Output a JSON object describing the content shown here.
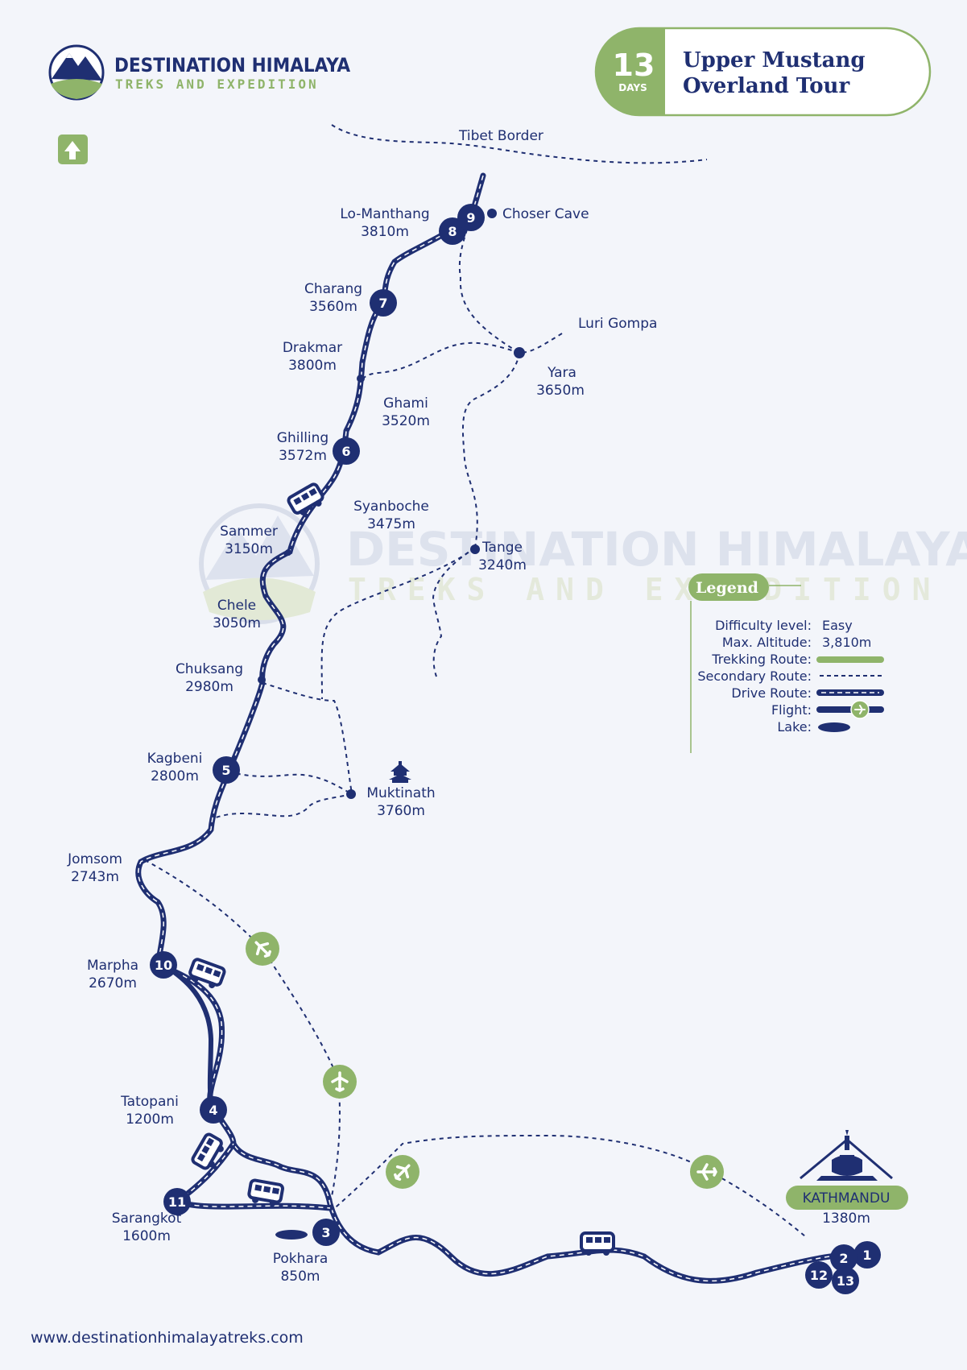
{
  "brand": {
    "name": "DESTINATION HIMALAYA",
    "tagline": "TREKS AND EXPEDITION",
    "website": "www.destinationhimalayatreks.com"
  },
  "tour": {
    "days_number": "13",
    "days_label": "DAYS",
    "title_line1": "Upper Mustang",
    "title_line2": "Overland Tour"
  },
  "border_label": "Tibet Border",
  "places": [
    {
      "id": "lo-manthang",
      "name": "Lo-Manthang",
      "alt": "3810m"
    },
    {
      "id": "choser",
      "name": "Choser Cave",
      "alt": ""
    },
    {
      "id": "charang",
      "name": "Charang",
      "alt": "3560m"
    },
    {
      "id": "luri",
      "name": "Luri Gompa",
      "alt": ""
    },
    {
      "id": "yara",
      "name": "Yara",
      "alt": "3650m"
    },
    {
      "id": "drakmar",
      "name": "Drakmar",
      "alt": "3800m"
    },
    {
      "id": "ghami",
      "name": "Ghami",
      "alt": "3520m"
    },
    {
      "id": "ghilling",
      "name": "Ghilling",
      "alt": "3572m"
    },
    {
      "id": "syanboche",
      "name": "Syanboche",
      "alt": "3475m"
    },
    {
      "id": "sammer",
      "name": "Sammer",
      "alt": "3150m"
    },
    {
      "id": "tange",
      "name": "Tange",
      "alt": "3240m"
    },
    {
      "id": "chele",
      "name": "Chele",
      "alt": "3050m"
    },
    {
      "id": "chuksang",
      "name": "Chuksang",
      "alt": "2980m"
    },
    {
      "id": "kagbeni",
      "name": "Kagbeni",
      "alt": "2800m"
    },
    {
      "id": "muktinath",
      "name": "Muktinath",
      "alt": "3760m"
    },
    {
      "id": "jomsom",
      "name": "Jomsom",
      "alt": "2743m"
    },
    {
      "id": "marpha",
      "name": "Marpha",
      "alt": "2670m"
    },
    {
      "id": "tatopani",
      "name": "Tatopani",
      "alt": "1200m"
    },
    {
      "id": "sarangkot",
      "name": "Sarangkot",
      "alt": "1600m"
    },
    {
      "id": "pokhara",
      "name": "Pokhara",
      "alt": "850m"
    },
    {
      "id": "kathmandu",
      "name": "KATHMANDU",
      "alt": "1380m"
    }
  ],
  "stops": [
    "1",
    "2",
    "3",
    "4",
    "5",
    "6",
    "7",
    "8",
    "9",
    "10",
    "11",
    "12",
    "13"
  ],
  "legend": {
    "title": "Legend",
    "difficulty_label": "Difficulty level:",
    "difficulty_value": "Easy",
    "altitude_label": "Max. Altitude:",
    "altitude_value": "3,810m",
    "trekking_label": "Trekking Route:",
    "secondary_label": "Secondary Route:",
    "drive_label": "Drive Route:",
    "flight_label": "Flight:",
    "lake_label": "Lake:"
  },
  "colors": {
    "navy": "#1f2f72",
    "green": "#8fb46a",
    "background": "#f3f5fa"
  },
  "icons": [
    "north-arrow-icon",
    "bus-icon",
    "plane-icon",
    "temple-icon",
    "stupa-icon",
    "mountain-logo-icon"
  ]
}
